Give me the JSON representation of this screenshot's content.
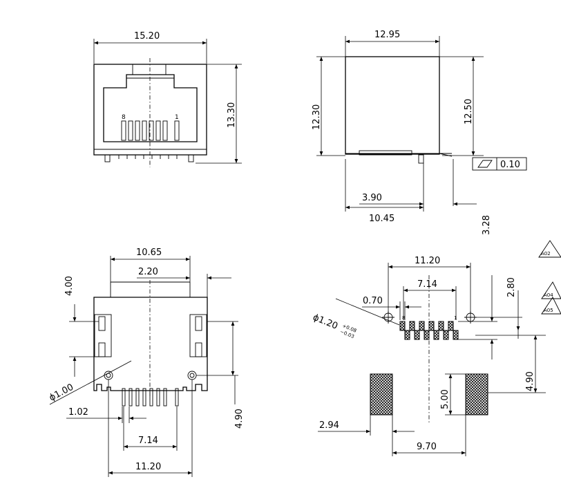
{
  "front_view": {
    "width": "15.20",
    "height": "13.30",
    "pin_left": "8",
    "pin_right": "1"
  },
  "side_view": {
    "width": "12.95",
    "height_left": "12.30",
    "height_right": "12.50",
    "offset_a": "3.90",
    "offset_b": "10.45",
    "flatness": "0.10"
  },
  "bottom_view": {
    "d_top": "10.65",
    "d_inner": "2.20",
    "d_side": "4.00",
    "hole_dia": "ϕ1.00",
    "d_1_02": "1.02",
    "pin_span": "7.14",
    "total_width": "11.20",
    "height": "4.90"
  },
  "pcb_layout": {
    "total_width": "11.20",
    "pin_span": "7.14",
    "pitch": "0.70",
    "d_3_28": "3.28",
    "d_2_80": "2.80",
    "hole_dia": "ϕ1.20",
    "tol_plus": "+0.08",
    "tol_minus": "−0.03",
    "pin_left": "8",
    "pin_right": "1",
    "pad_height": "5.00",
    "pad_offset": "2.94",
    "pad_span": "9.70",
    "d_4_90": "4.90"
  },
  "revision_tags": [
    "A02",
    "A04",
    "A05"
  ]
}
